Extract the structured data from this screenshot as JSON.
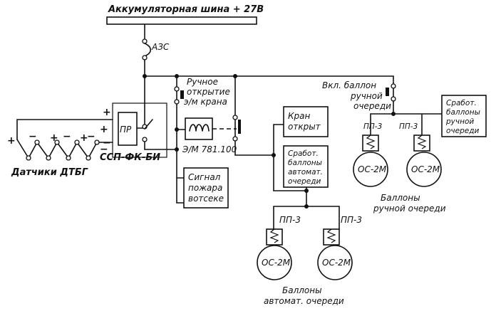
{
  "bus": {
    "label": "Аккумуляторная шина + 27В"
  },
  "breaker": {
    "label": "АЗС"
  },
  "ssp": {
    "label": "ССП-ФК-БИ",
    "relay": "ПР",
    "plus": "+",
    "minus": "−"
  },
  "sensors": {
    "label": "Датчики ДТБГ",
    "signs": [
      "+",
      "−",
      "+",
      "−",
      "+",
      "−",
      "+",
      "−"
    ]
  },
  "manual_open": {
    "lines": [
      "Ручное",
      "открытие",
      "э/м крана"
    ]
  },
  "valve": {
    "label": "Э/М 781.100"
  },
  "fire_signal": {
    "lines": [
      "Сигнал",
      "пожара",
      "вотсеке"
    ]
  },
  "valve_open": {
    "lines": [
      "Кран",
      "открыт"
    ]
  },
  "auto_fired": {
    "lines": [
      "Сработ.",
      "баллоны",
      "автомат.",
      "очереди"
    ]
  },
  "manual_switch": {
    "lines": [
      "Вкл. баллон",
      "ручной",
      "очереди"
    ]
  },
  "manual_fired": {
    "lines": [
      "Сработ.",
      "баллоны",
      "ручной",
      "очереди"
    ]
  },
  "squib_label": "ПП-3",
  "cylinder_label": "ОС-2М",
  "manual_group": {
    "lines": [
      "Баллоны",
      "ручной   очереди"
    ]
  },
  "auto_group": {
    "lines": [
      "Баллоны",
      "автомат.  очереди"
    ]
  }
}
